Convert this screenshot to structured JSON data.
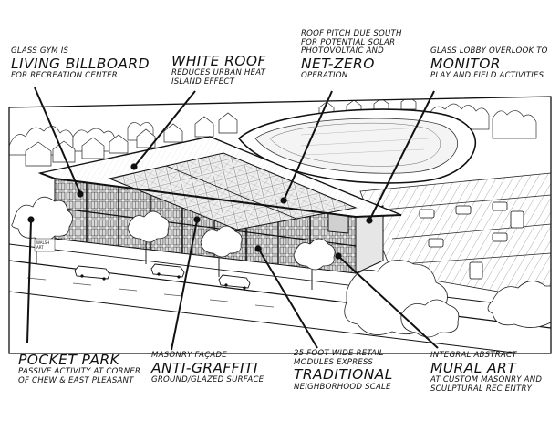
{
  "annotations": {
    "living_billboard": {
      "pre": "GLASS GYM IS",
      "title": "LIVING BILLBOARD",
      "post": "FOR RECREATION CENTER"
    },
    "white_roof": {
      "title": "WHITE ROOF",
      "post1": "REDUCES URBAN HEAT",
      "post2": "ISLAND EFFECT"
    },
    "net_zero": {
      "pre1": "ROOF PITCH DUE SOUTH",
      "pre2": "FOR POTENTIAL SOLAR",
      "pre3": "PHOTOVOLTAIC AND",
      "title": "NET-ZERO",
      "post": "OPERATION"
    },
    "monitor": {
      "pre": "GLASS LOBBY OVERLOOK TO",
      "title": "MONITOR",
      "post": "PLAY AND FIELD ACTIVITIES"
    },
    "pocket_park": {
      "title": "POCKET PARK",
      "post1": "PASSIVE ACTIVITY AT CORNER",
      "post2": "OF CHEW & EAST PLEASANT"
    },
    "anti_graffiti": {
      "pre": "MASONRY FAÇADE",
      "title": "ANTI-GRAFFITI",
      "post": "GROUND/GLAZED SURFACE"
    },
    "traditional": {
      "pre1": "25 FOOT WIDE RETAIL",
      "pre2": "MODULES EXPRESS",
      "title": "TRADITIONAL",
      "post": "NEIGHBORHOOD SCALE"
    },
    "mural_art": {
      "pre": "INTEGRAL ABSTRACT",
      "title": "MURAL ART",
      "post1": "AT CUSTOM MASONRY AND",
      "post2": "SCULPTURAL REC ENTRY"
    }
  },
  "signature": "WALSH ART"
}
